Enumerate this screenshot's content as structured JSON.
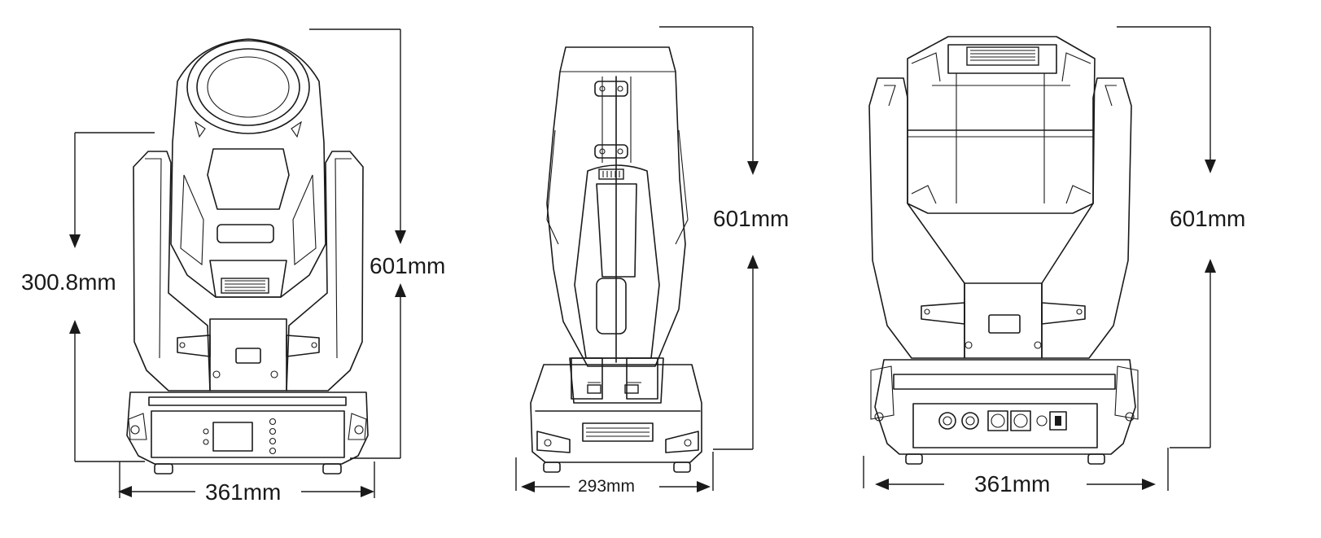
{
  "dimensions": {
    "front_pan_height": "300.8mm",
    "front_height": "601mm",
    "front_width": "361mm",
    "side_height": "601mm",
    "side_width": "293mm",
    "back_height": "601mm",
    "back_width": "361mm"
  }
}
